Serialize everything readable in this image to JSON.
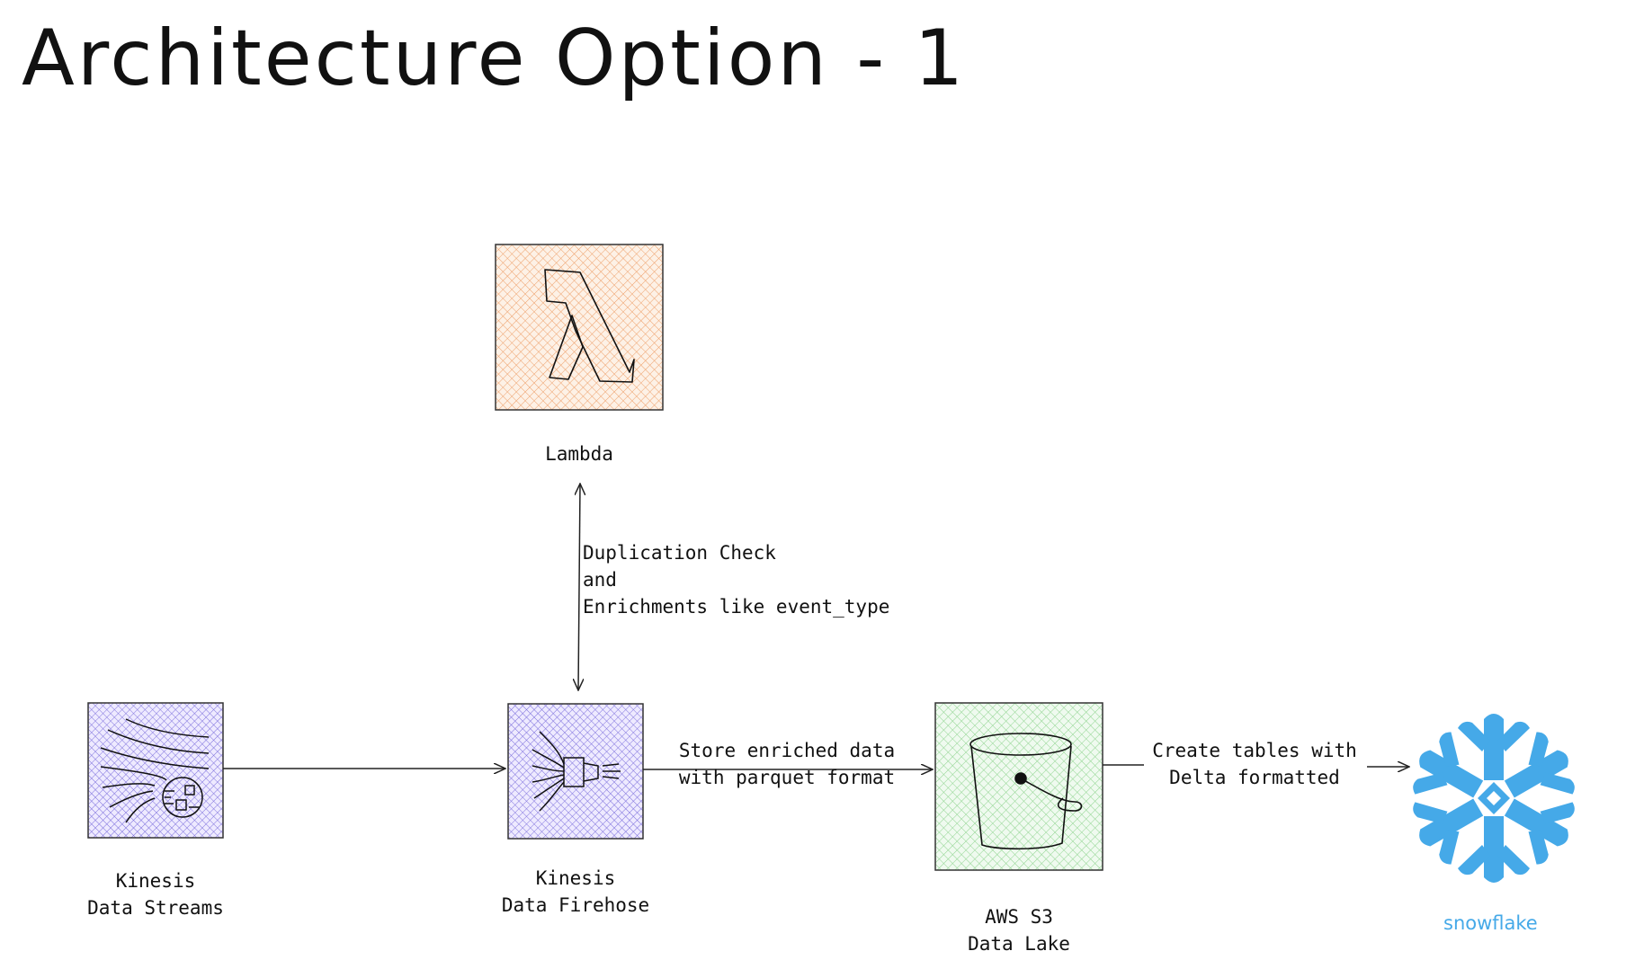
{
  "title": "Architecture Option - 1",
  "nodes": {
    "lambda": {
      "label": "Lambda",
      "icon": "lambda-icon",
      "color": "#f5a66a"
    },
    "kinesis_streams": {
      "label_line1": "Kinesis",
      "label_line2": "Data Streams",
      "icon": "kinesis-data-streams-icon",
      "color": "#8a7de0"
    },
    "kinesis_firehose": {
      "label_line1": "Kinesis",
      "label_line2": "Data Firehose",
      "icon": "kinesis-firehose-icon",
      "color": "#8a7de0"
    },
    "s3": {
      "label_line1": "AWS S3",
      "label_line2": "Data Lake",
      "icon": "s3-bucket-icon",
      "color": "#7ccf7c"
    },
    "snowflake": {
      "label": "snowflake",
      "icon": "snowflake-logo-icon",
      "color": "#45a9e8"
    }
  },
  "edges": {
    "lambda_firehose": {
      "line1": "Duplication Check",
      "line2": "and",
      "line3": "Enrichments like event_type"
    },
    "firehose_s3": {
      "line1": "Store enriched data",
      "line2": "with parquet format"
    },
    "s3_snowflake": {
      "line1": "Create tables with",
      "line2": "Delta formatted"
    }
  }
}
